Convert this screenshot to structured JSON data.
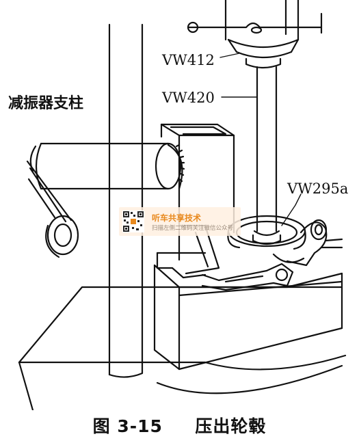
{
  "labels": {
    "strut": "减振器支柱",
    "vw412": "VW412",
    "vw420": "VW420",
    "vw295a": "VW295a"
  },
  "caption": {
    "number": "图 3-15",
    "title": "压出轮毂"
  },
  "watermark": {
    "title": "听车共享技术",
    "subtitle": "扫描左侧二维码关注微信公众号",
    "accent_color": "#e8891d"
  }
}
